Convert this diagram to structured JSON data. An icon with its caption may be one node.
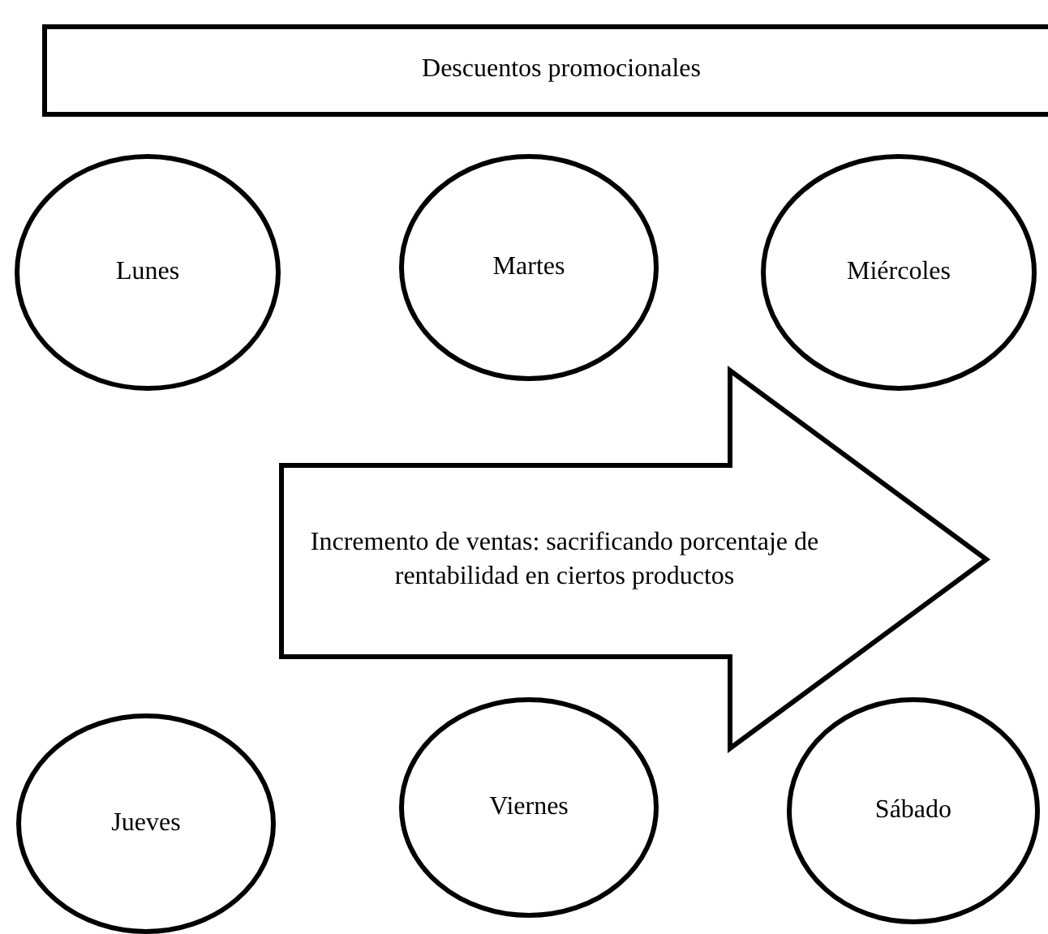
{
  "diagram": {
    "nodes": [
      {
        "text": [
          "Descuentos promocionales"
        ]
      },
      {
        "text": [
          "Lunes"
        ]
      },
      {
        "text": [
          "Martes"
        ]
      },
      {
        "text": [
          "Miércoles"
        ]
      },
      {
        "text": [
          "Incremento de ventas: sacrificando porcentaje de rentabilidad en ciertos productos"
        ]
      },
      {
        "text": [
          "Jueves"
        ]
      },
      {
        "text": [
          "Viernes"
        ]
      },
      {
        "text": [
          "Sábado"
        ]
      }
    ]
  }
}
